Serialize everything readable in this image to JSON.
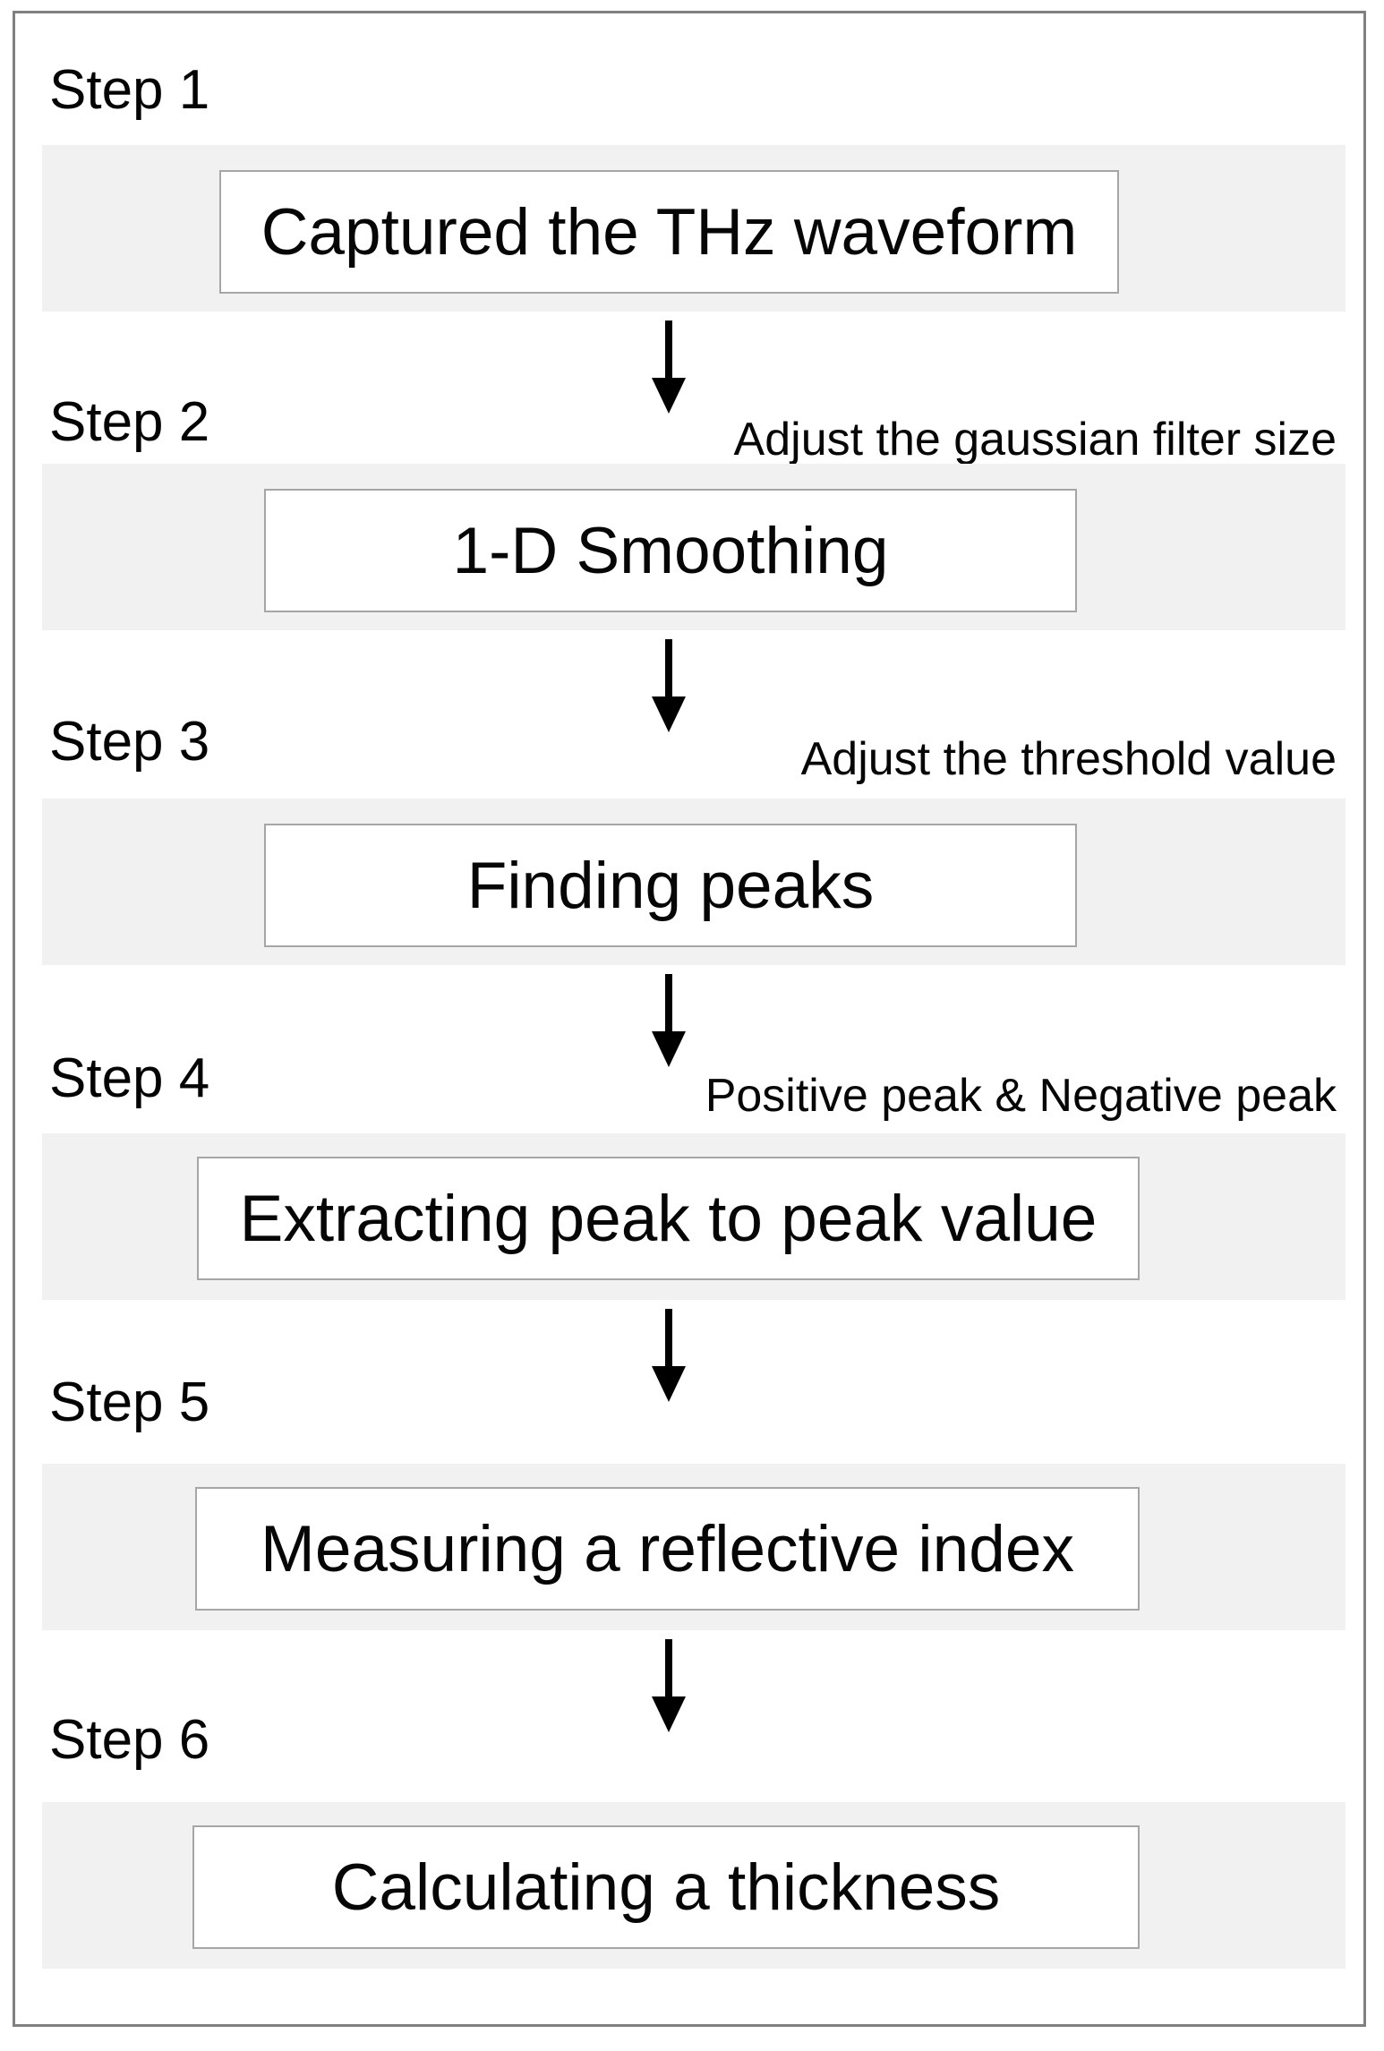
{
  "flowchart": {
    "steps": [
      {
        "label": "Step 1",
        "process": "Captured the THz waveform"
      },
      {
        "label": "Step 2",
        "process": "1-D Smoothing",
        "annotation": "Adjust the gaussian filter size"
      },
      {
        "label": "Step 3",
        "process": "Finding peaks",
        "annotation": "Adjust the threshold value"
      },
      {
        "label": "Step 4",
        "process": "Extracting peak to peak value",
        "annotation": "Positive peak & Negative peak"
      },
      {
        "label": "Step 5",
        "process": "Measuring a reflective index"
      },
      {
        "label": "Step 6",
        "process": "Calculating a thickness"
      }
    ],
    "colors": {
      "background": "#ffffff",
      "frame_border": "#808080",
      "band_fill": "#f1f1f1",
      "box_border": "#a6a6a6",
      "arrow": "#000000",
      "text": "#000000"
    }
  }
}
